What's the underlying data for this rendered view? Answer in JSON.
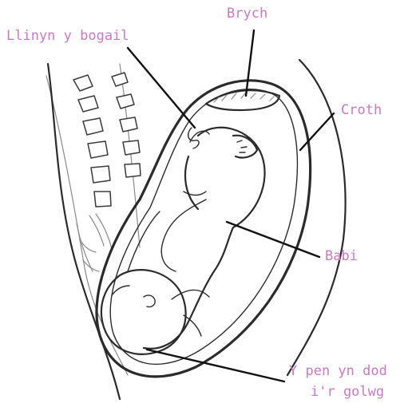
{
  "labels": {
    "umbilical_cord": "Llinyn y bogail",
    "placenta": "Brych",
    "uterus": "Croth",
    "baby": "Babi",
    "head_engaged_line1": "Y pen yn dod",
    "head_engaged_line2": "i'r golwg"
  },
  "colors": {
    "label": "#c77bc3",
    "ink": "#2b2b2b",
    "background": "#ffffff"
  }
}
